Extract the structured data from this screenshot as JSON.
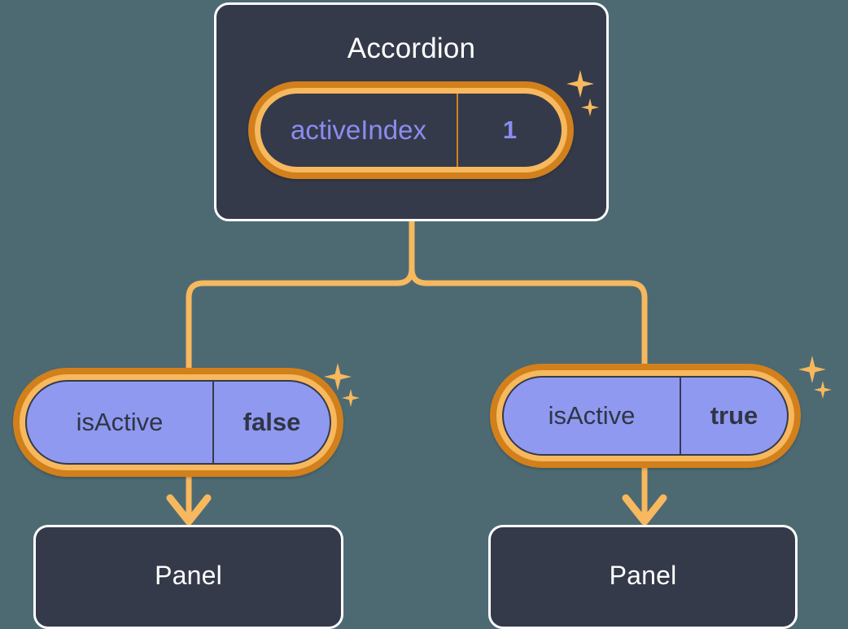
{
  "background_color": "#4d6a72",
  "palette": {
    "node_fill": "#343a4a",
    "node_border": "#ffffff",
    "pill_ring_outer": "#d2801c",
    "pill_ring_inner": "#f7b85e",
    "pill_fill_purple": "#9099f0",
    "prop_text_purple": "#8b8cf0",
    "prop_text_dark": "#2f3545",
    "connector": "#f7b85e"
  },
  "diagram": {
    "type": "component-tree",
    "root": {
      "name": "root-node",
      "title": "Accordion",
      "prop": {
        "key": "activeIndex",
        "value": "1",
        "style": "dark"
      },
      "sparkles": [
        "sparkle-big",
        "sparkle-small"
      ]
    },
    "children": [
      {
        "name": "branch-left",
        "prop": {
          "key": "isActive",
          "value": "false",
          "style": "purple"
        },
        "component": {
          "title": "Panel"
        },
        "sparkles": [
          "sparkle-big",
          "sparkle-small"
        ]
      },
      {
        "name": "branch-right",
        "prop": {
          "key": "isActive",
          "value": "true",
          "style": "purple"
        },
        "component": {
          "title": "Panel"
        },
        "sparkles": [
          "sparkle-big",
          "sparkle-small"
        ]
      }
    ],
    "connectors": [
      {
        "name": "root-to-branches",
        "from": "root-node",
        "to": [
          "branch-left",
          "branch-right"
        ],
        "style": "elbow",
        "arrowhead": false
      },
      {
        "name": "left-prop-to-panel",
        "from": "branch-left-prop",
        "to": "branch-left-panel",
        "style": "straight",
        "arrowhead": true
      },
      {
        "name": "right-prop-to-panel",
        "from": "branch-right-prop",
        "to": "branch-right-panel",
        "style": "straight",
        "arrowhead": true
      }
    ]
  }
}
